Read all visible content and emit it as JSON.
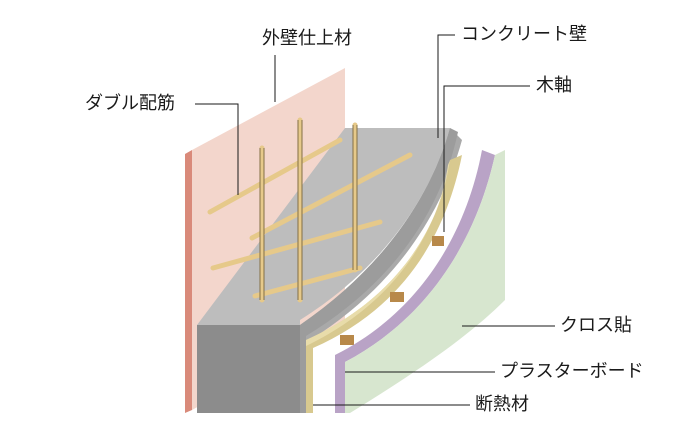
{
  "diagram": {
    "labels": {
      "exterior_finish": "外壁仕上材",
      "concrete_wall": "コンクリート壁",
      "double_rebar": "ダブル配筋",
      "wood_frame": "木軸",
      "cloth": "クロス貼",
      "plasterboard": "プラスターボード",
      "insulation": "断熱材"
    },
    "colors": {
      "exterior_finish_face": "#f3d6cc",
      "exterior_finish_edge": "#d98a7a",
      "concrete_top": "#a9a9a9",
      "concrete_front": "#8c8c8c",
      "concrete_curve": "#bdbdbd",
      "rebar": "#e6c98a",
      "insulation": "#d8c98f",
      "wood_frame": "#b8894a",
      "plasterboard": "#b9a3c6",
      "cloth": "#d7e6cf",
      "leader_line": "#1a1a1a"
    }
  }
}
